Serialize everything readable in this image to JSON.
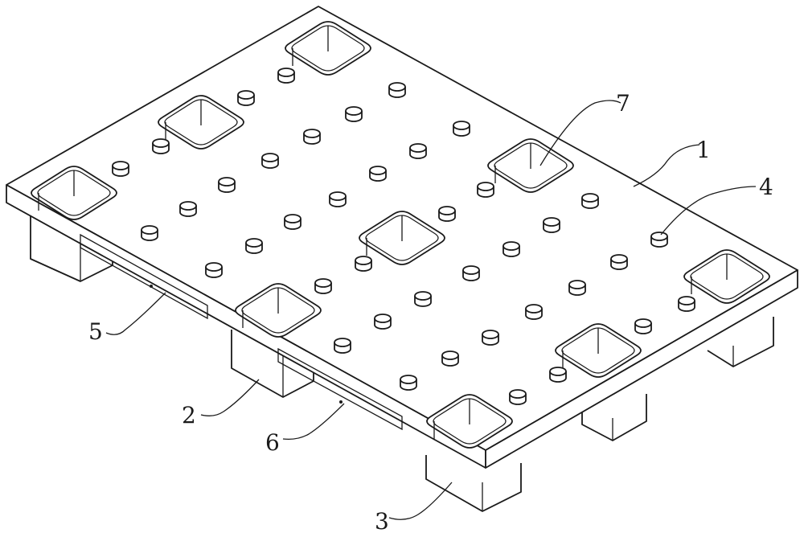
{
  "figure": {
    "callouts": [
      {
        "id": "c1",
        "label": "1"
      },
      {
        "id": "c2",
        "label": "2"
      },
      {
        "id": "c3",
        "label": "3"
      },
      {
        "id": "c4",
        "label": "4"
      },
      {
        "id": "c5",
        "label": "5"
      },
      {
        "id": "c6",
        "label": "6"
      },
      {
        "id": "c7",
        "label": "7"
      }
    ]
  }
}
